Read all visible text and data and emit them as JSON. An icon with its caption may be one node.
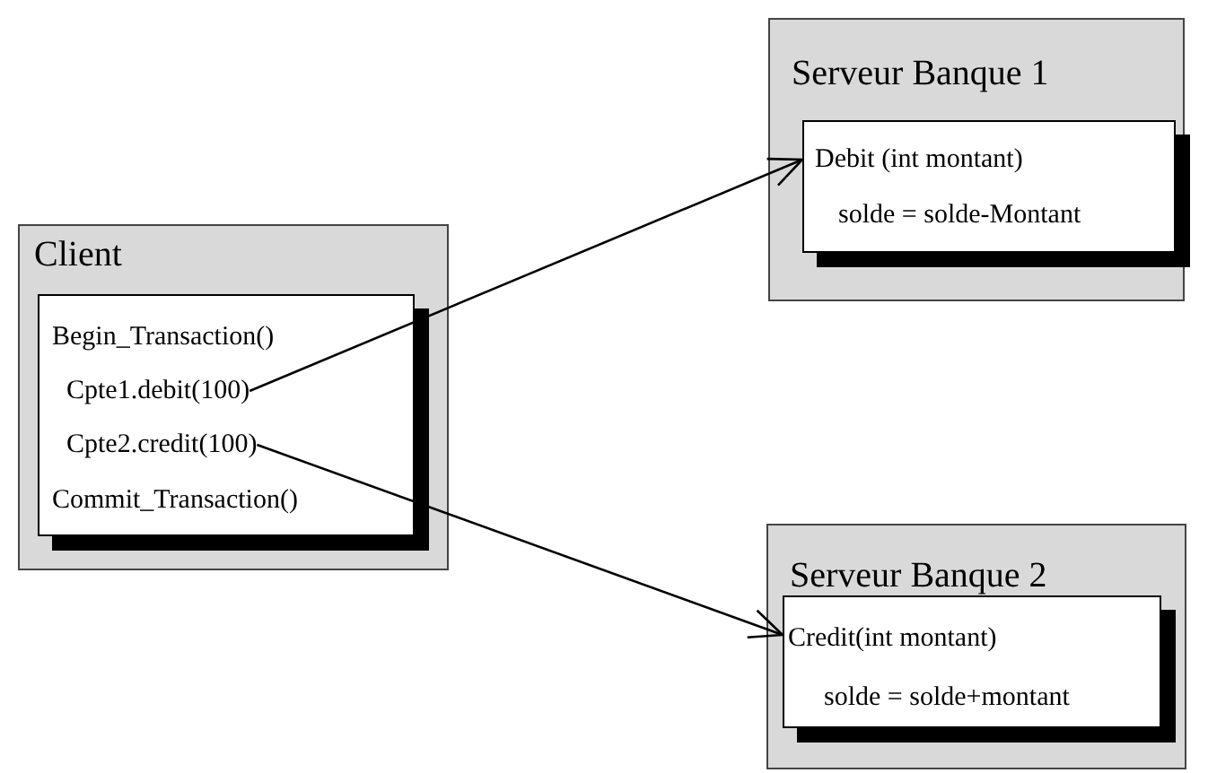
{
  "diagram": {
    "nodes": [
      {
        "text": [
          "Client"
        ]
      },
      {
        "text": [],
        "shape": "box",
        "in": 0
      },
      {
        "text": [
          "Begin_Transaction()"
        ],
        "in": 1
      },
      {
        "text": [
          "Cpte1.debit(100)"
        ],
        "in": 1
      },
      {
        "text": [
          "Cpte2.credit(100)"
        ],
        "in": 1
      },
      {
        "text": [
          "Commit_Transaction()"
        ],
        "in": 1
      },
      {
        "text": [
          "Serveur Banque 1"
        ]
      },
      {
        "text": [
          "Debit (int montant)",
          "solde = solde-Montant"
        ],
        "in": 6
      },
      {
        "text": [
          "Serveur Banque 2"
        ]
      },
      {
        "text": [
          "Credit(int montant)",
          "solde = solde+montant"
        ],
        "in": 8
      }
    ],
    "edges": [
      {
        "from": 3,
        "to": 7,
        "arrow": "to"
      },
      {
        "from": 4,
        "to": 9,
        "arrow": "to"
      }
    ]
  }
}
